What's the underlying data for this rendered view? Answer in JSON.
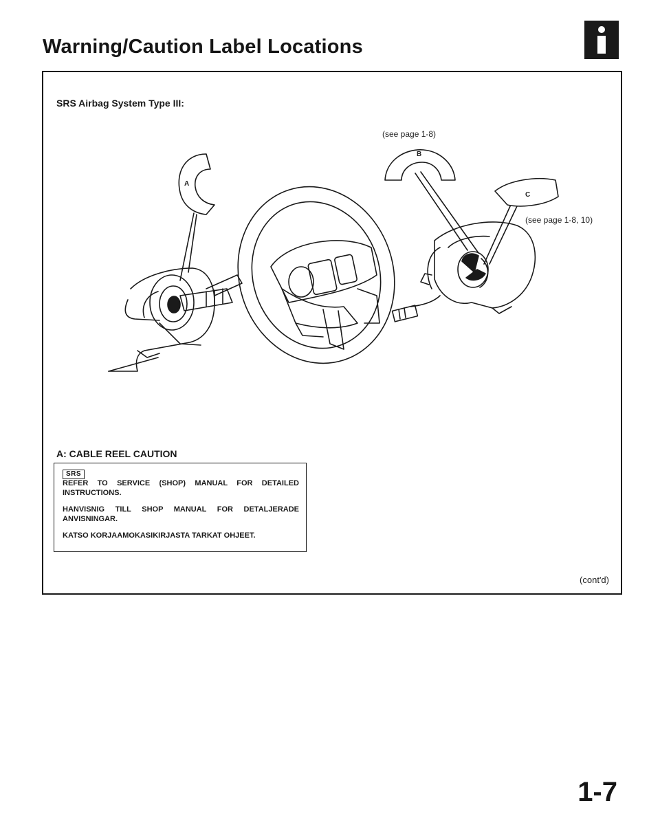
{
  "header": {
    "title": "Warning/Caution Label Locations",
    "badge_icon": "info-icon"
  },
  "section": {
    "heading": "SRS Airbag System Type III:"
  },
  "illustration": {
    "letters": {
      "a": "A",
      "b": "B",
      "c": "C"
    },
    "callout_b": "(see page 1-8)",
    "callout_c": "(see page 1-8, 10)"
  },
  "caution": {
    "title": "A: CABLE REEL CAUTION",
    "badge": "SRS",
    "line1": "REFER TO SERVICE (SHOP) MANUAL FOR DETAILED INSTRUCTIONS.",
    "line2": "HANVISNIG TILL SHOP MANUAL FOR DETALJERADE ANVISNINGAR.",
    "line3": "KATSO KORJAAMOKASIKIRJASTA TARKAT OHJEET."
  },
  "footer": {
    "contd": "(cont'd)",
    "page_number": "1-7"
  }
}
